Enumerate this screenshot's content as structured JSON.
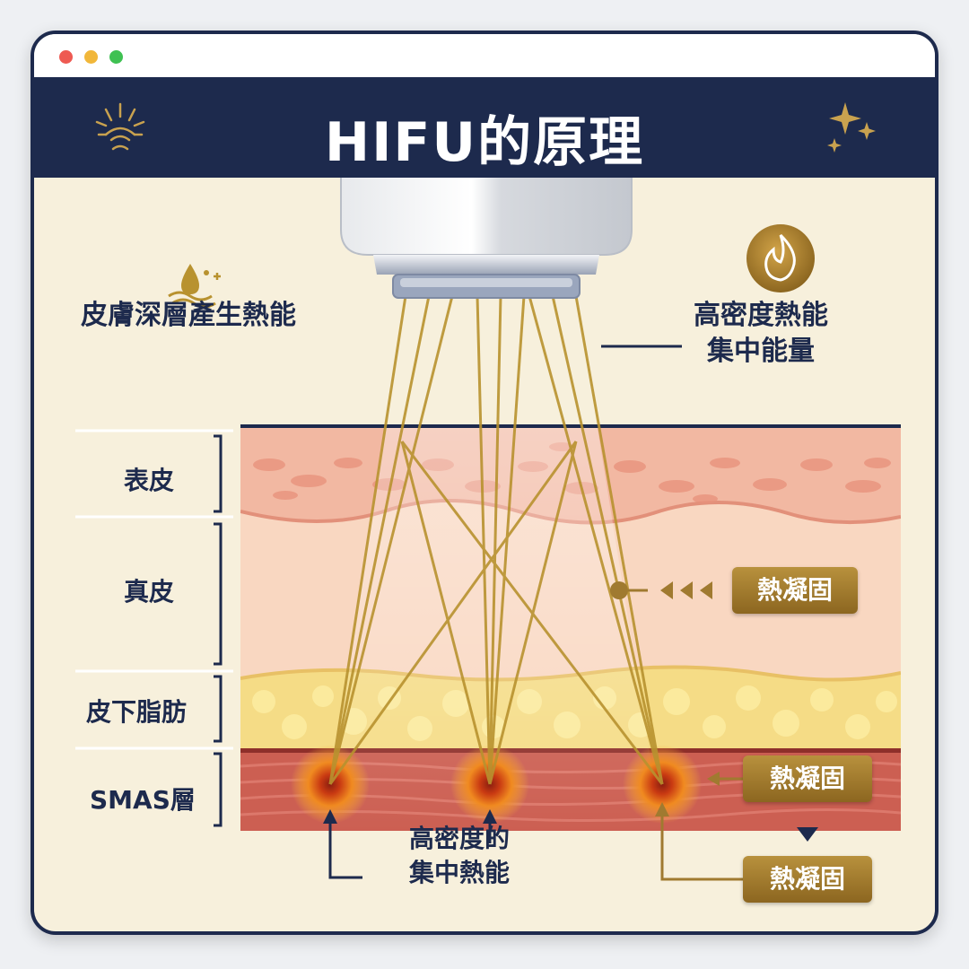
{
  "title": "HIFU的原理",
  "window_controls": [
    "close",
    "minimize",
    "maximize"
  ],
  "header_icons": {
    "left": "sun-rays-icon",
    "right": "sparkles-icon"
  },
  "callouts": {
    "skin_heat": {
      "text": "皮膚深層產生熱能",
      "icon": "droplet-wave-icon"
    },
    "concentrated_energy": {
      "line1": "高密度熱能",
      "line2": "集中能量",
      "icon": "flame-icon"
    },
    "focal_heat": {
      "line1": "高密度的",
      "line2": "集中熱能"
    }
  },
  "layers": [
    {
      "name": "表皮"
    },
    {
      "name": "真皮"
    },
    {
      "name": "皮下脂肪"
    },
    {
      "name": "SMAS層"
    }
  ],
  "badges": [
    {
      "label": "熱凝固",
      "target": "dermis"
    },
    {
      "label": "熱凝固",
      "target": "smas"
    },
    {
      "label": "熱凝固",
      "target": "smas-deep"
    }
  ],
  "colors": {
    "navy": "#1d2a4d",
    "gold": "#a07a30",
    "cream": "#f7f0dc",
    "epidermis": "#f2b8a2",
    "dermis": "#f9d7c1",
    "fat": "#f5dc86",
    "smas": "#cc5f52",
    "focal": "#e8761c"
  }
}
